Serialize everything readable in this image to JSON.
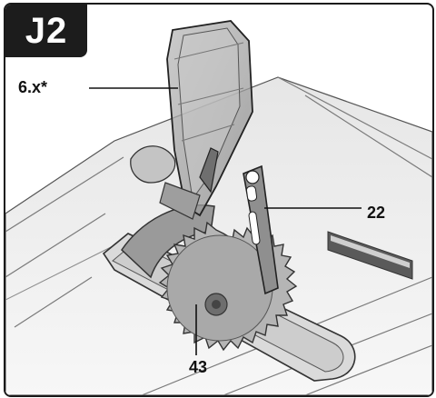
{
  "figure": {
    "badge": "J2",
    "callouts": {
      "guard": "6.x*",
      "riving_knife": "22",
      "blade": "43"
    }
  }
}
